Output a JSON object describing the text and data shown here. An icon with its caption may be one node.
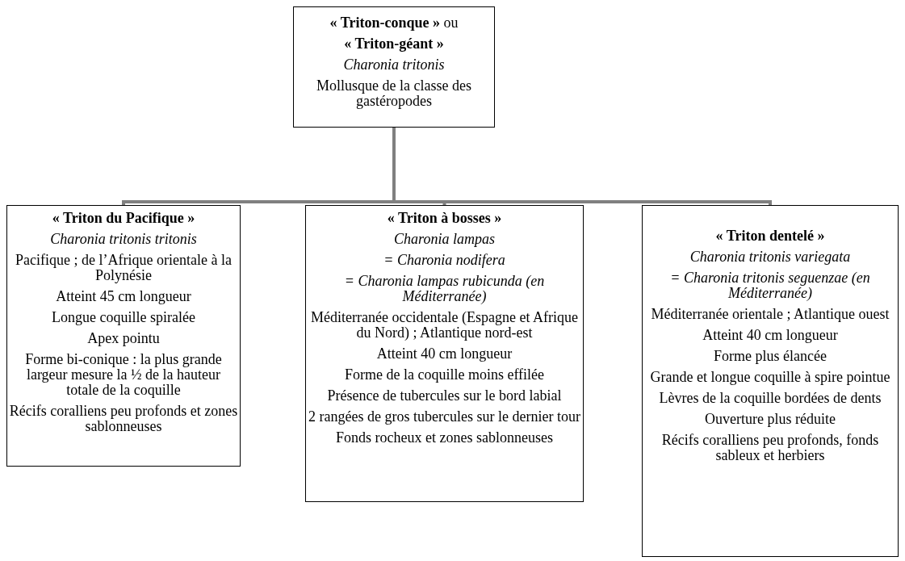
{
  "diagram": {
    "nodes": [
      {
        "text": [
          "**« Triton-conque »** ou",
          "**« Triton-géant »**",
          "*Charonia tritonis*",
          "Mollusque de la classe des gastéropodes"
        ]
      },
      {
        "text": [
          "**« Triton du Pacifique »**",
          "*Charonia tritonis tritonis*",
          "Pacifique ; de l’Afrique orientale à la Polynésie",
          "Atteint 45 cm longueur",
          "Longue coquille spiralée",
          "Apex pointu",
          "Forme bi-conique : la  plus grande largeur mesure la ½ de la hauteur totale de la coquille",
          "Récifs coralliens peu profonds et zones sablonneuses"
        ]
      },
      {
        "text": [
          "**« Triton à bosses »**",
          "*Charonia lampas*",
          "*= Charonia nodifera*",
          "*= Charonia lampas rubicunda (en Méditerranée)*",
          "Méditerranée occidentale (Espagne et Afrique du Nord) ; Atlantique nord-est",
          "Atteint 40 cm longueur",
          "Forme de la coquille moins effilée",
          "Présence de tubercules sur le bord labial",
          "2 rangées de gros tubercules sur le dernier tour",
          "Fonds rocheux et zones sablonneuses"
        ]
      },
      {
        "text": [
          "**« Triton dentelé »**",
          "*Charonia tritonis variegata*",
          "*= Charonia tritonis seguenzae (en Méditerranée)*",
          "Méditerranée orientale ; Atlantique ouest",
          "Atteint 40 cm longueur",
          "Forme plus élancée",
          "Grande et longue coquille à spire pointue",
          "Lèvres de la coquille bordées de dents",
          "Ouverture plus réduite",
          "Récifs coralliens peu profonds, fonds sableux et herbiers"
        ]
      }
    ],
    "edges": [
      {
        "from": 0,
        "to": 1,
        "arrow": "none"
      },
      {
        "from": 0,
        "to": 2,
        "arrow": "none"
      },
      {
        "from": 0,
        "to": 3,
        "arrow": "none"
      }
    ]
  }
}
